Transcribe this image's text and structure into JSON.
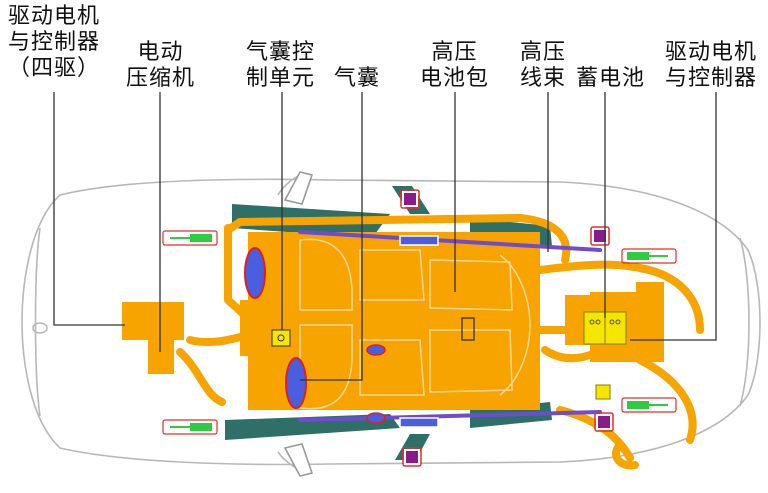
{
  "labels": {
    "rear_motor": [
      "驱动电机",
      "与控制器",
      "（四驱）"
    ],
    "compressor": [
      "电动",
      "压缩机"
    ],
    "airbag_unit": [
      "气囊控",
      "制单元"
    ],
    "airbag": [
      "气囊"
    ],
    "hv_battery": [
      "高压",
      "电池包"
    ],
    "hv_harness": [
      "高压",
      "线束"
    ],
    "battery_12v": [
      "蓄电池"
    ],
    "front_motor": [
      "驱动电机",
      "与控制器"
    ]
  },
  "colors": {
    "component_orange": "#f7a400",
    "airbag_blue": "#4a5ee0",
    "airbag_outline": "#e02020",
    "harness_purple": "#6f4bd0",
    "pillar_teal": "#2e6f68",
    "sensor_green": "#2ecc40",
    "battery_yellow": "#f5e600",
    "sensor_box_outline": "#e0302a",
    "module_purple": "#8a1b8a"
  }
}
